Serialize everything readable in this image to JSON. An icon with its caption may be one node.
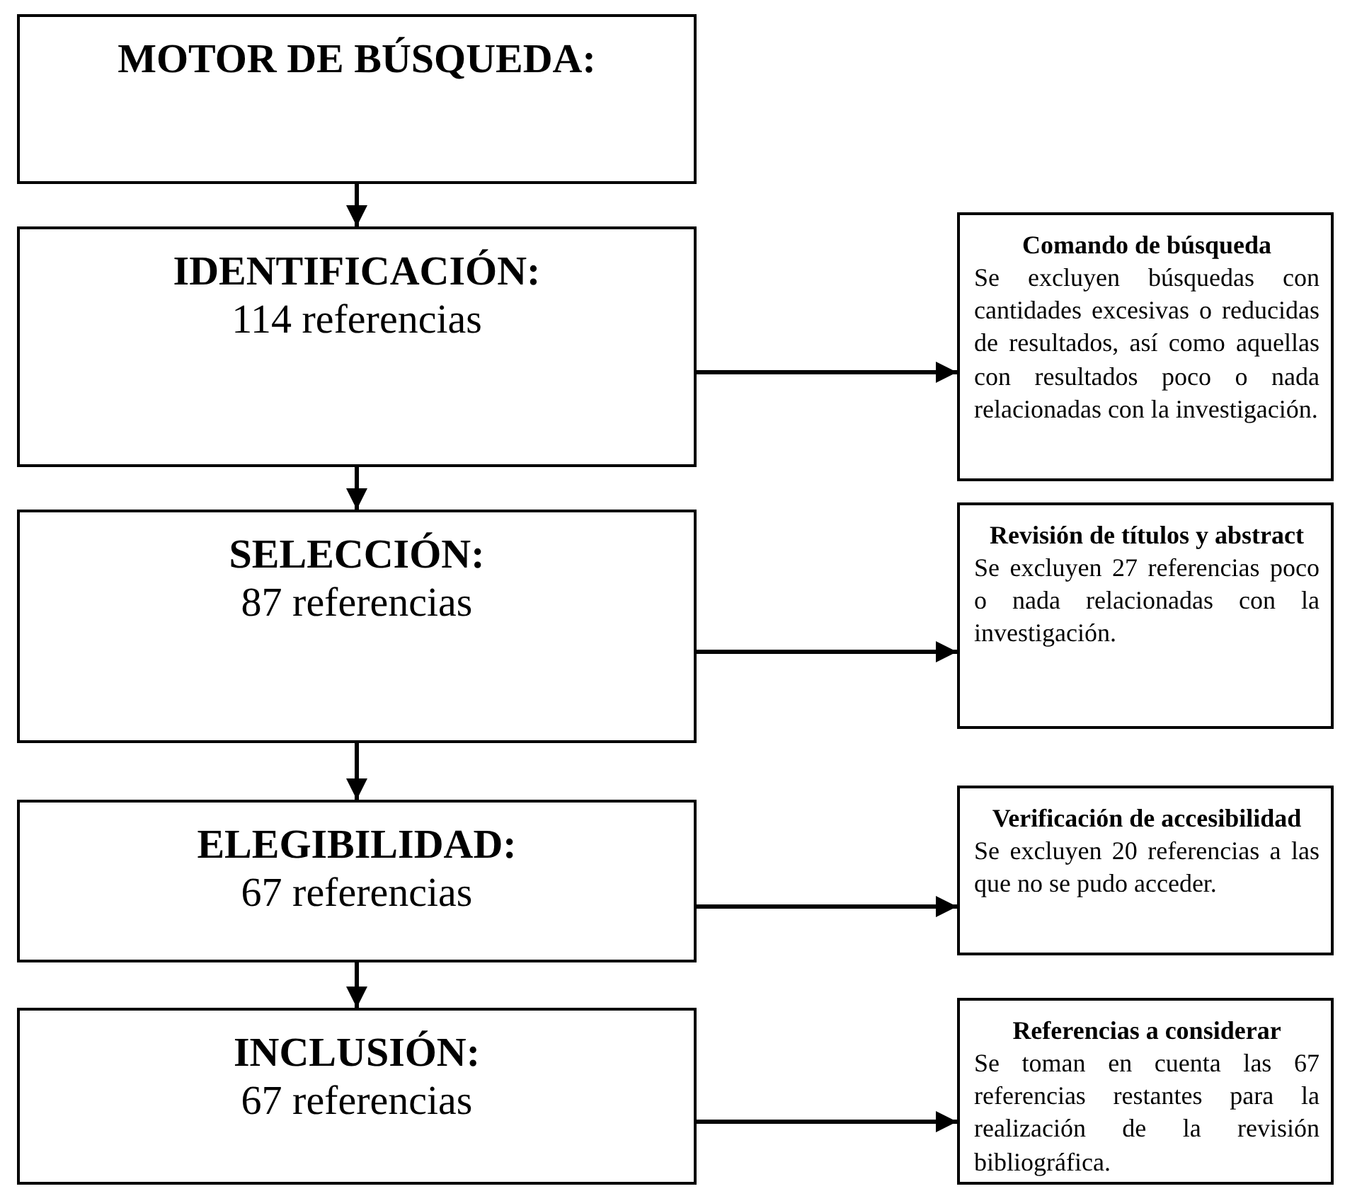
{
  "diagram": {
    "nodes": [
      {
        "text": [
          "MOTOR DE BÚSQUEDA:"
        ]
      },
      {
        "text": [
          "IDENTIFICACIÓN:",
          "114 referencias"
        ]
      },
      {
        "text": [
          "SELECCIÓN:",
          "87 referencias"
        ]
      },
      {
        "text": [
          "ELEGIBILIDAD:",
          "67 referencias"
        ]
      },
      {
        "text": [
          "INCLUSIÓN:",
          "67 referencias"
        ]
      },
      {
        "text": [
          "Comando de búsqueda",
          "Se excluyen búsquedas con cantidades excesivas o reducidas de resultados, así como aquellas con resultados poco o nada relacionadas con la investigación."
        ]
      },
      {
        "text": [
          "Revisión de títulos y abstract",
          "Se excluyen 27 referencias poco o nada relacionadas con la investigación."
        ]
      },
      {
        "text": [
          "Verificación de accesibilidad",
          "Se excluyen 20 referencias a las que no se pudo acceder."
        ]
      },
      {
        "text": [
          "Referencias a considerar",
          "Se toman en cuenta las 67 referencias restantes para la realización de la revisión bibliográfica."
        ]
      }
    ],
    "edges": [
      {
        "from": 0,
        "to": 1,
        "arrow": "to"
      },
      {
        "from": 1,
        "to": 2,
        "arrow": "to"
      },
      {
        "from": 2,
        "to": 3,
        "arrow": "to"
      },
      {
        "from": 3,
        "to": 4,
        "arrow": "to"
      },
      {
        "from": 1,
        "to": 5,
        "arrow": "to"
      },
      {
        "from": 2,
        "to": 6,
        "arrow": "to"
      },
      {
        "from": 3,
        "to": 7,
        "arrow": "to"
      },
      {
        "from": 4,
        "to": 8,
        "arrow": "to"
      }
    ]
  }
}
